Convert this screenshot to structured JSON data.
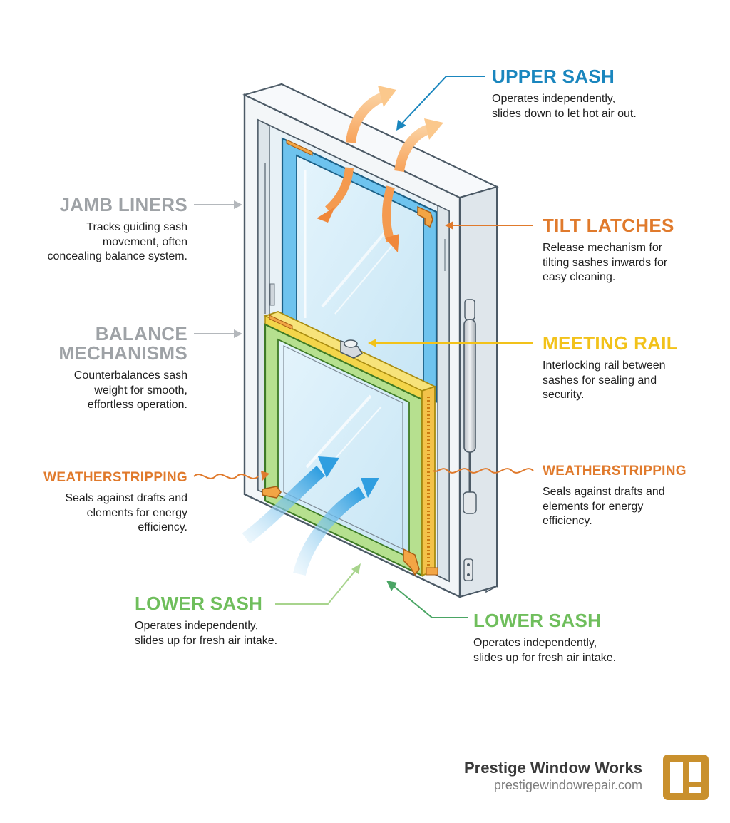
{
  "labels": {
    "upper_sash": {
      "title": "UPPER SASH",
      "desc_lines": [
        "Operates independently,",
        "slides down to let hot air out."
      ]
    },
    "tilt_latches": {
      "title": "TILT LATCHES",
      "desc_lines": [
        "Release mechanism for",
        "tilting sashes inwards for",
        "easy cleaning."
      ]
    },
    "meeting_rail": {
      "title": "MEETING RAIL",
      "desc_lines": [
        "Interlocking rail between",
        "sashes for sealing and",
        "security."
      ]
    },
    "weatherstripping_right": {
      "title": "WEATHERSTRIPPING",
      "desc_lines": [
        "Seals against drafts and",
        "elements for energy",
        "efficiency."
      ]
    },
    "lower_sash_right": {
      "title": "LOWER SASH",
      "desc_lines": [
        "Operates independently,",
        "slides up for fresh air intake."
      ]
    },
    "jamb_liners": {
      "title": "JAMB LINERS",
      "desc_lines": [
        "Tracks guiding sash",
        "movement, often",
        "concealing balance system."
      ]
    },
    "balance_mechanisms": {
      "title_lines": [
        "BALANCE",
        "MECHANISMS"
      ],
      "desc_lines": [
        "Counterbalances sash",
        "weight for smooth,",
        "effortless operation."
      ]
    },
    "weatherstripping_left": {
      "title": "WEATHERSTRIPPING",
      "desc_lines": [
        "Seals against drafts and",
        "elements for energy",
        "efficiency."
      ]
    },
    "lower_sash_left": {
      "title": "LOWER SASH",
      "desc_lines": [
        "Operates independently,",
        "slides up for fresh air intake."
      ]
    }
  },
  "brand": {
    "name": "Prestige Window Works",
    "url": "prestigewindowrepair.com"
  },
  "colors": {
    "upper_sash": "#1a86be",
    "tilt_latches": "#e07a2c",
    "meeting_rail": "#f2c21a",
    "weatherstripping": "#e07a2c",
    "lower_sash": "#6fbe5c",
    "jamb_liners": "#9ea2a6",
    "upper_sash_frame": "#6ec3ee",
    "lower_sash_frame": "#b6e08f",
    "latch": "#f2a545",
    "logo": "#c9902d"
  },
  "icons": [
    "warm-air-out-arrow-icon",
    "cool-air-in-arrow-icon",
    "tilt-latch-icon",
    "sash-lock-icon",
    "brand-logo-icon"
  ]
}
